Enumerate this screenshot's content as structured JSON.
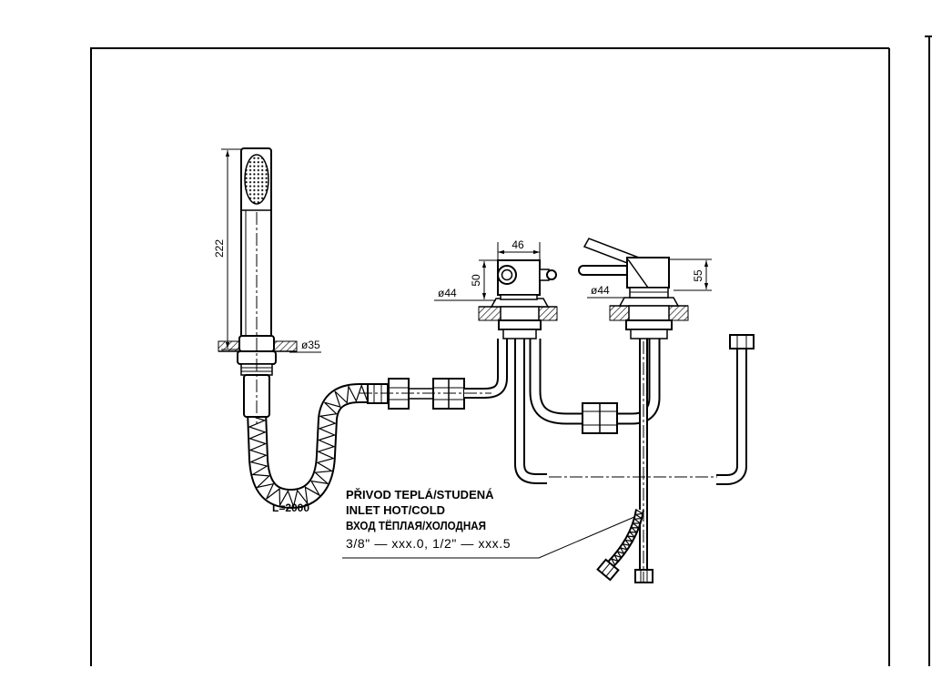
{
  "labels": {
    "shower_height": "222",
    "shower_diameter": "ø35",
    "hose_length": "L=2000",
    "left_mixer_width": "46",
    "left_mixer_height": "50",
    "left_mixer_diameter": "ø44",
    "right_mixer_diameter": "ø44",
    "right_mixer_height": "55"
  },
  "note": {
    "lines": [
      "PŘIVOD TEPLÁ/STUDENÁ",
      "INLET HOT/COLD",
      "ВХОД ТЁПЛАЯ/ХОЛОДНАЯ",
      "3/8\" — xxx.0, 1/2\" — xxx.5"
    ]
  }
}
